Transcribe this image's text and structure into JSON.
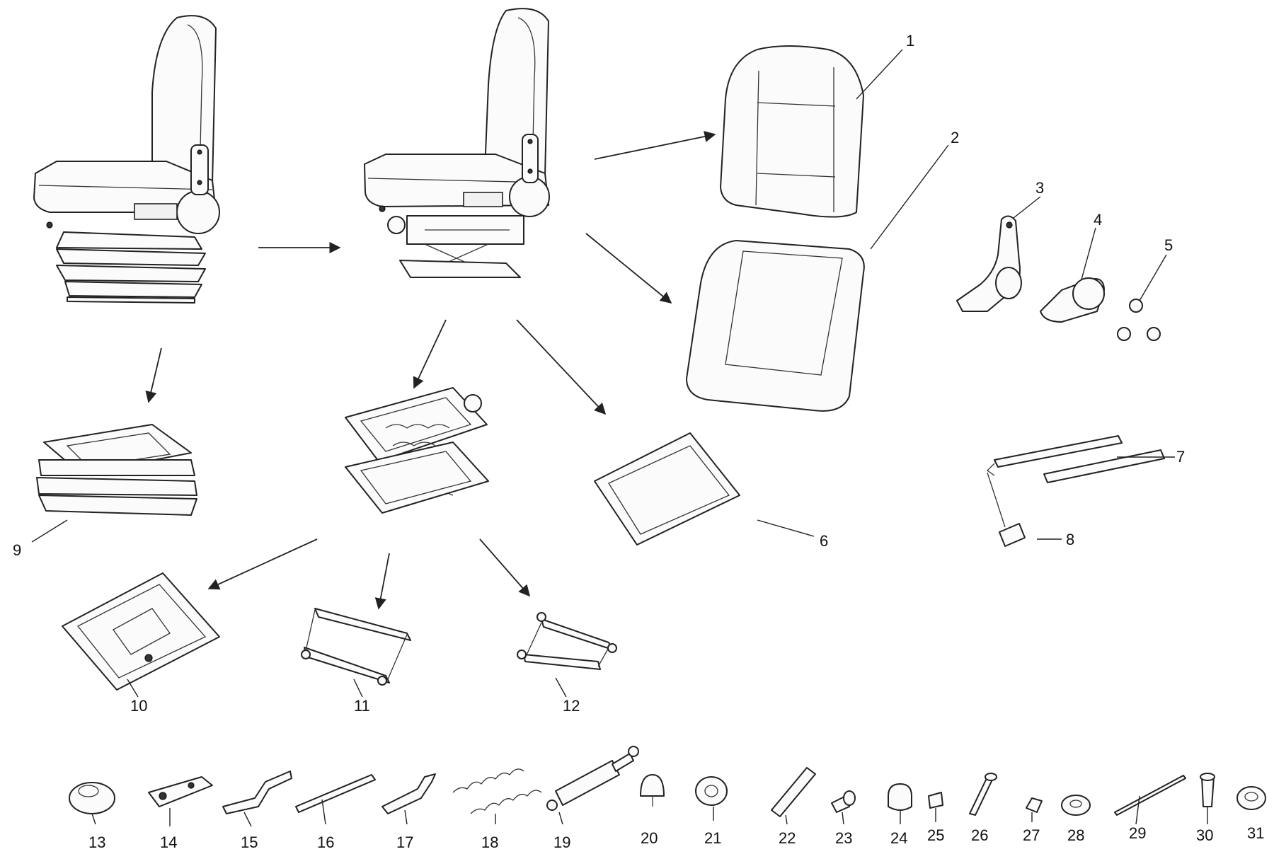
{
  "diagram": {
    "callouts": [
      {
        "id": "1",
        "label": "1",
        "part": "backrest-cushion"
      },
      {
        "id": "2",
        "label": "2",
        "part": "seat-cushion"
      },
      {
        "id": "3",
        "label": "3",
        "part": "recliner-mechanism"
      },
      {
        "id": "4",
        "label": "4",
        "part": "recliner-cover"
      },
      {
        "id": "5",
        "label": "5",
        "part": "screws"
      },
      {
        "id": "6",
        "label": "6",
        "part": "seat-pan-frame"
      },
      {
        "id": "7",
        "label": "7",
        "part": "slide-rails"
      },
      {
        "id": "8",
        "label": "8",
        "part": "rail-handle-grip"
      },
      {
        "id": "9",
        "label": "9",
        "part": "bellows-cover"
      },
      {
        "id": "10",
        "label": "10",
        "part": "base-frame"
      },
      {
        "id": "11",
        "label": "11",
        "part": "scissor-arm-a"
      },
      {
        "id": "12",
        "label": "12",
        "part": "scissor-arm-b"
      },
      {
        "id": "13",
        "label": "13",
        "part": "knob"
      },
      {
        "id": "14",
        "label": "14",
        "part": "bracket"
      },
      {
        "id": "15",
        "label": "15",
        "part": "link-plate"
      },
      {
        "id": "16",
        "label": "16",
        "part": "shaft"
      },
      {
        "id": "17",
        "label": "17",
        "part": "lever"
      },
      {
        "id": "18",
        "label": "18",
        "part": "tension-springs"
      },
      {
        "id": "19",
        "label": "19",
        "part": "shock-absorber"
      },
      {
        "id": "20",
        "label": "20",
        "part": "rubber-stop"
      },
      {
        "id": "21",
        "label": "21",
        "part": "roller"
      },
      {
        "id": "22",
        "label": "22",
        "part": "tube"
      },
      {
        "id": "23",
        "label": "23",
        "part": "pin"
      },
      {
        "id": "24",
        "label": "24",
        "part": "bushing"
      },
      {
        "id": "25",
        "label": "25",
        "part": "sleeve"
      },
      {
        "id": "26",
        "label": "26",
        "part": "bolt"
      },
      {
        "id": "27",
        "label": "27",
        "part": "clip"
      },
      {
        "id": "28",
        "label": "28",
        "part": "washer"
      },
      {
        "id": "29",
        "label": "29",
        "part": "rod"
      },
      {
        "id": "30",
        "label": "30",
        "part": "stud"
      },
      {
        "id": "31",
        "label": "31",
        "part": "grommet"
      }
    ]
  }
}
